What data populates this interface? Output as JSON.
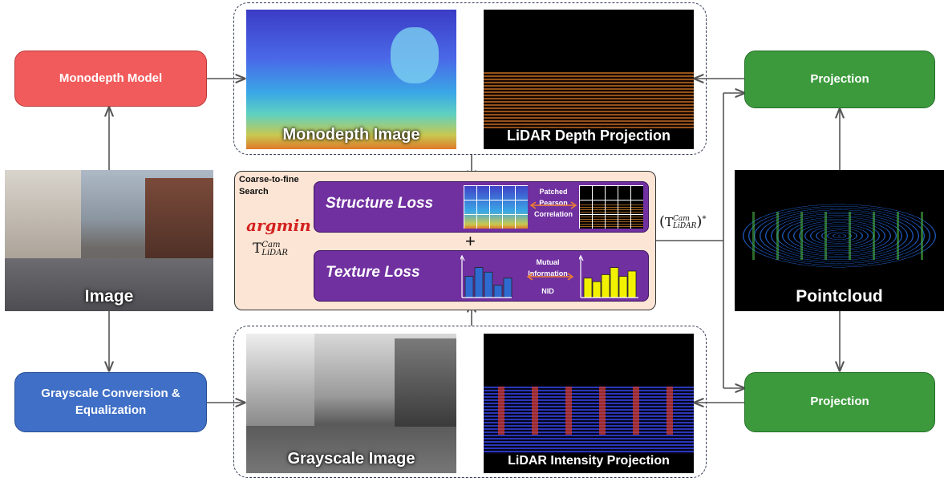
{
  "boxes": {
    "monodepth_model": "Monodepth Model",
    "grayscale_conversion": "Grayscale Conversion & Equalization",
    "projection_top": "Projection",
    "projection_bottom": "Projection"
  },
  "panels": {
    "image": "Image",
    "monodepth_image": "Monodepth Image",
    "lidar_depth_projection": "LiDAR Depth Projection",
    "grayscale_image": "Grayscale Image",
    "lidar_intensity_projection": "LiDAR Intensity Projection",
    "pointcloud": "Pointcloud"
  },
  "search": {
    "title": "Coarse-to-fine Search",
    "argmin": "argmin",
    "transform_base": "T",
    "transform_sup": "Cam",
    "transform_sub": "LiDAR",
    "plus": "+"
  },
  "structure_loss": {
    "title": "Structure Loss",
    "metric": "Patched Pearson Correlation"
  },
  "texture_loss": {
    "title": "Texture Loss",
    "metric_line1": "Mutual Information",
    "metric_line2": "NID"
  },
  "result": {
    "base": "T",
    "sup": "Cam",
    "sub": "LiDAR",
    "star": "*"
  },
  "histograms": {
    "blue_values": [
      0.6,
      0.85,
      0.72,
      0.35,
      0.55
    ],
    "yellow_values": [
      0.55,
      0.45,
      0.65,
      0.85,
      0.6,
      0.75
    ]
  },
  "colors": {
    "monodepth": "#f25b5b",
    "projection": "#3c9a3c",
    "grayscale": "#3f6fc6",
    "loss": "#7030a0",
    "center_bg": "#fce5d4",
    "argmin": "#d42020",
    "hist_blue": "#2e6bd0",
    "hist_yellow": "#f2f200"
  }
}
